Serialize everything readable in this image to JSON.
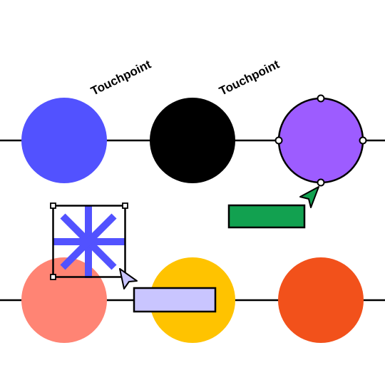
{
  "canvas": {
    "background": "#ffffff",
    "line_color": "#000000"
  },
  "labels": {
    "touchpoint_1": "Touchpoint",
    "touchpoint_2": "Touchpoint"
  },
  "rows": {
    "top": {
      "circles": [
        {
          "name": "blue-circle",
          "color": "#5252ff"
        },
        {
          "name": "black-circle",
          "color": "#000000"
        },
        {
          "name": "purple-circle-selected",
          "color": "#9d5cff",
          "selected": true
        }
      ]
    },
    "bottom": {
      "circles": [
        {
          "name": "coral-circle",
          "color": "#ff8474"
        },
        {
          "name": "yellow-circle",
          "color": "#ffc300"
        },
        {
          "name": "orange-circle",
          "color": "#f2511b"
        }
      ]
    }
  },
  "shapes": {
    "green_rectangle": {
      "color": "#12a150"
    },
    "lavender_rectangle": {
      "color": "#c9c5ff"
    },
    "asterisk": {
      "color": "#5252ff"
    }
  },
  "cursors": {
    "green_cursor": {
      "color": "#12a150",
      "icon": "pointer-cursor-icon"
    },
    "lavender_cursor": {
      "color": "#c9c5ff",
      "icon": "pointer-cursor-icon"
    }
  }
}
